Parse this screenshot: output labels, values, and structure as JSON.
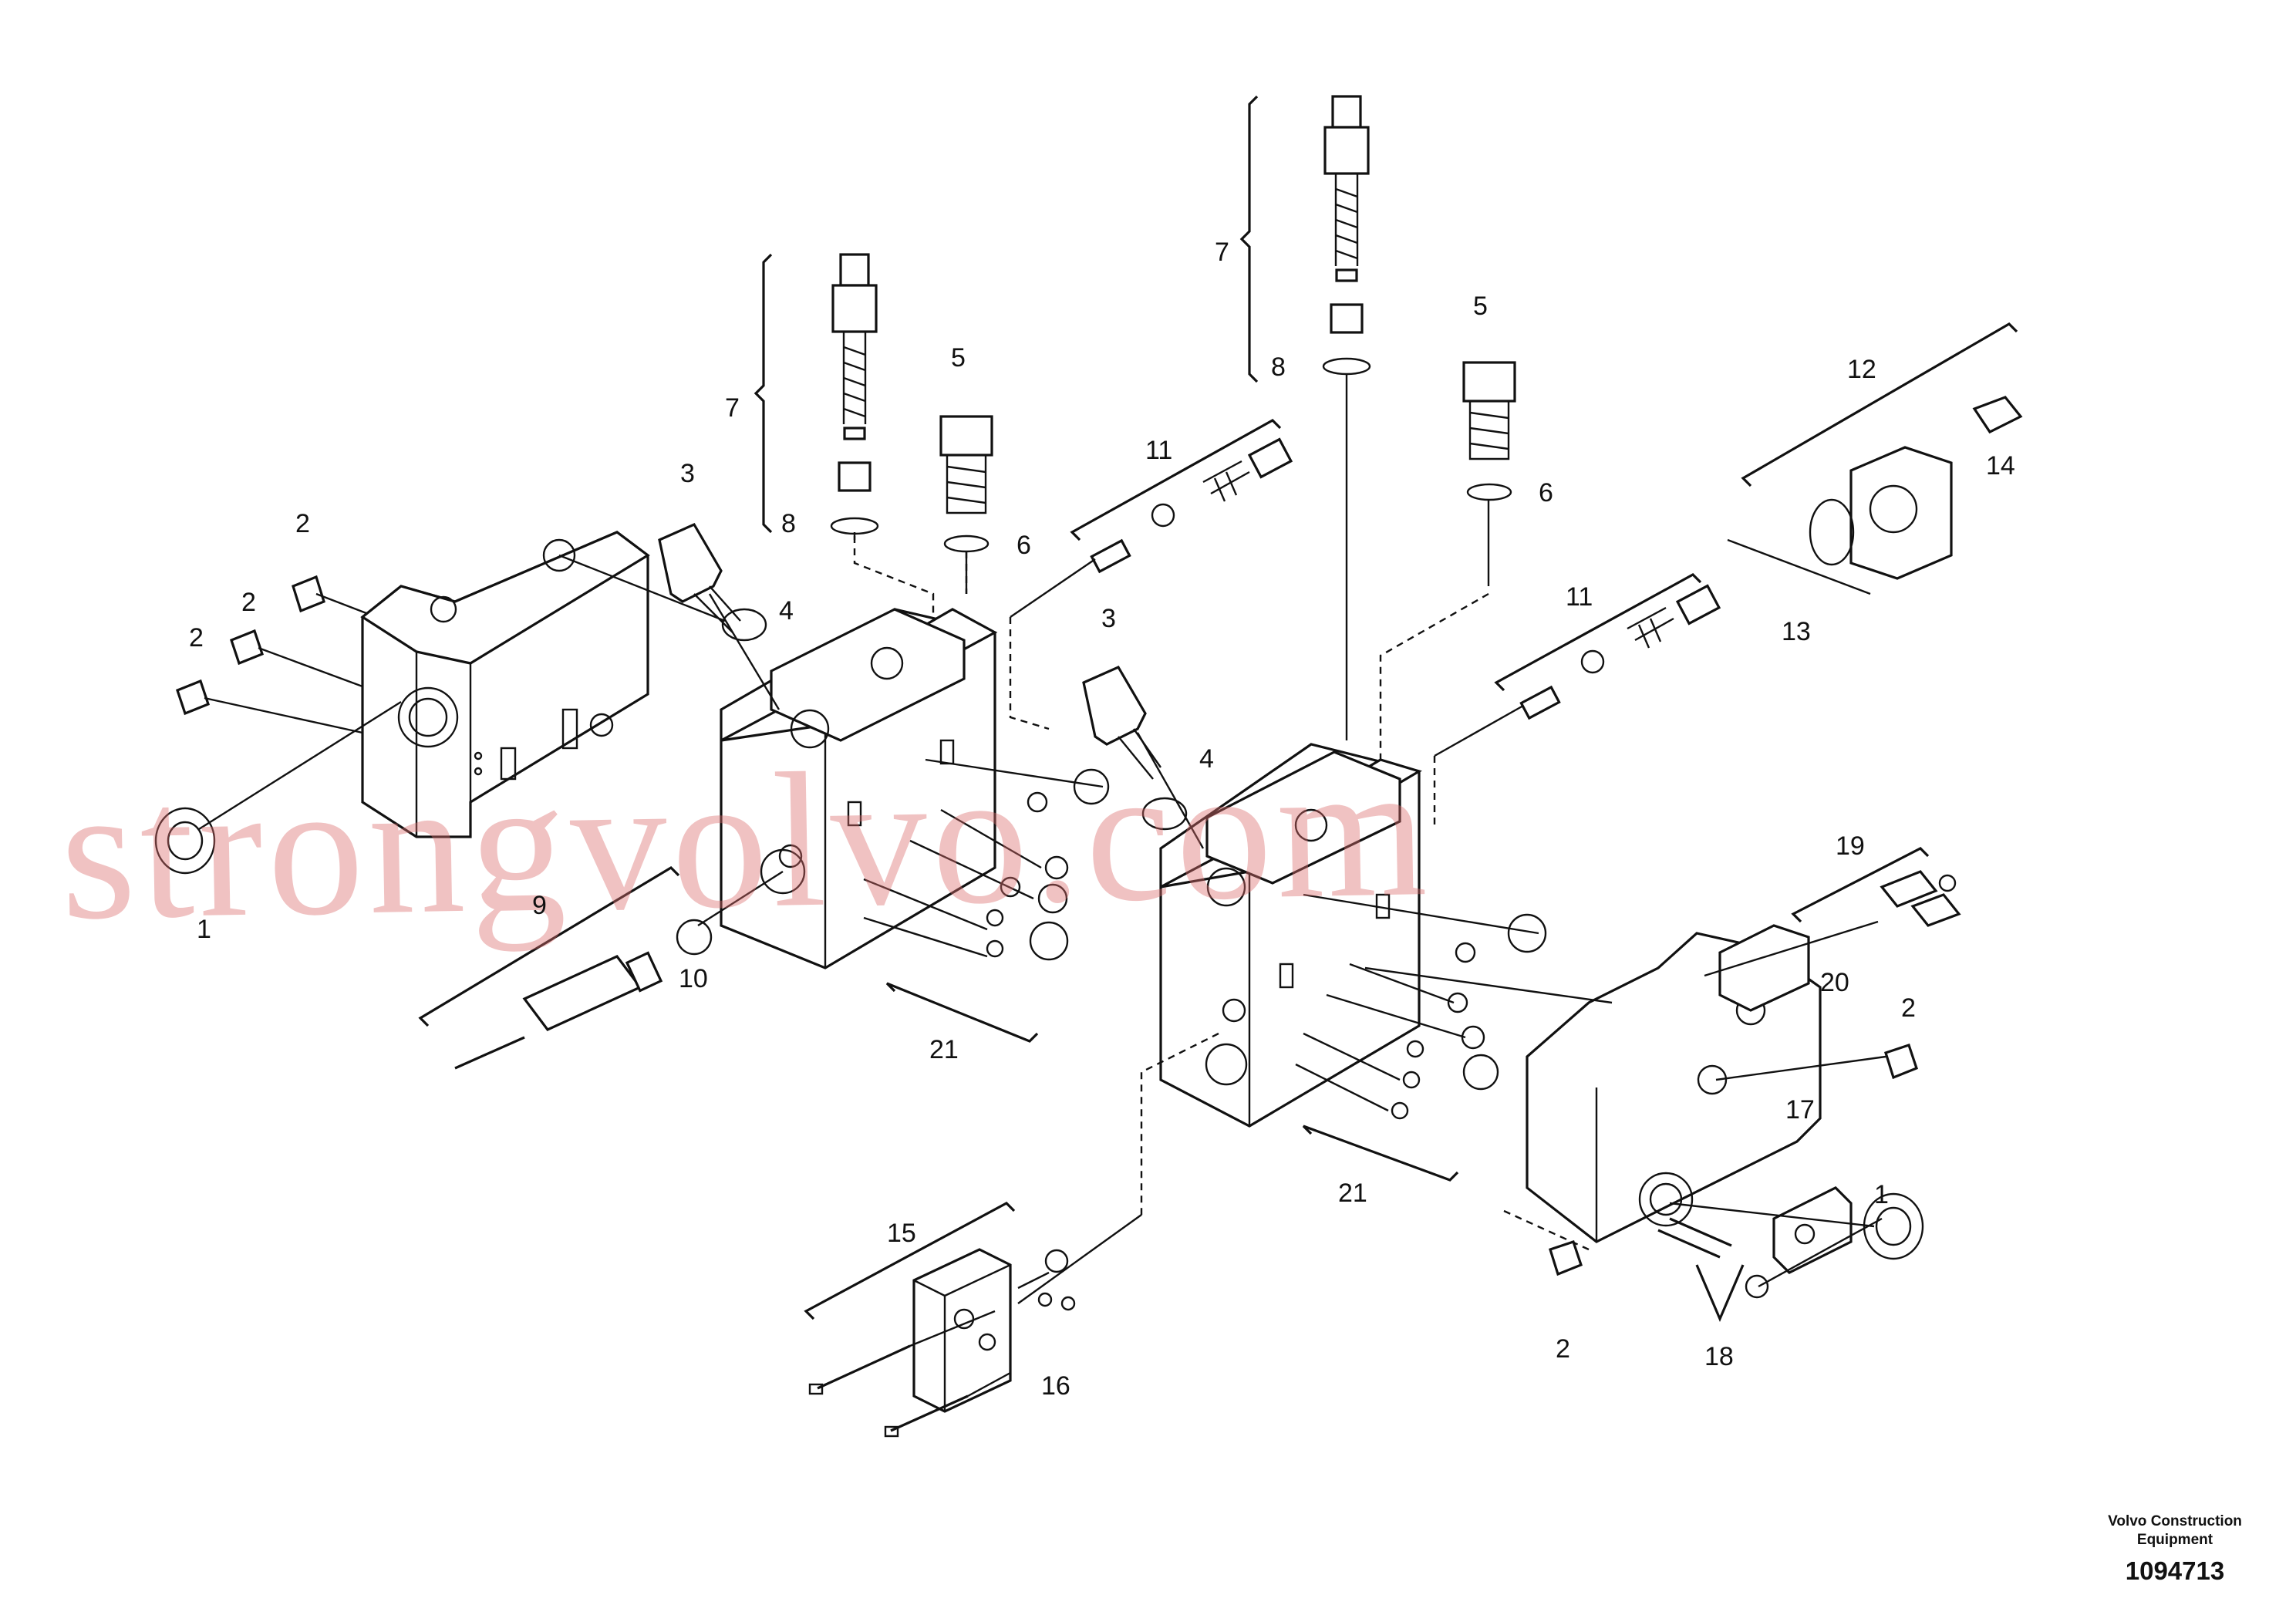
{
  "diagram": {
    "watermark": "strongvolvo.com",
    "brand_line1": "Volvo Construction",
    "brand_line2": "Equipment",
    "drawing_number": "1094713",
    "callouts": {
      "c_1a": "1",
      "c_1b": "1",
      "c_2a": "2",
      "c_2b": "2",
      "c_2c": "2",
      "c_2d": "2",
      "c_2e": "2",
      "c_3a": "3",
      "c_3b": "3",
      "c_4a": "4",
      "c_4b": "4",
      "c_5a": "5",
      "c_5b": "5",
      "c_6a": "6",
      "c_6b": "6",
      "c_7a": "7",
      "c_7b": "7",
      "c_8a": "8",
      "c_8b": "8",
      "c_9": "9",
      "c_10": "10",
      "c_11a": "11",
      "c_11b": "11",
      "c_12": "12",
      "c_13": "13",
      "c_14": "14",
      "c_15": "15",
      "c_16": "16",
      "c_17": "17",
      "c_18": "18",
      "c_19": "19",
      "c_20": "20",
      "c_21a": "21",
      "c_21b": "21"
    }
  }
}
